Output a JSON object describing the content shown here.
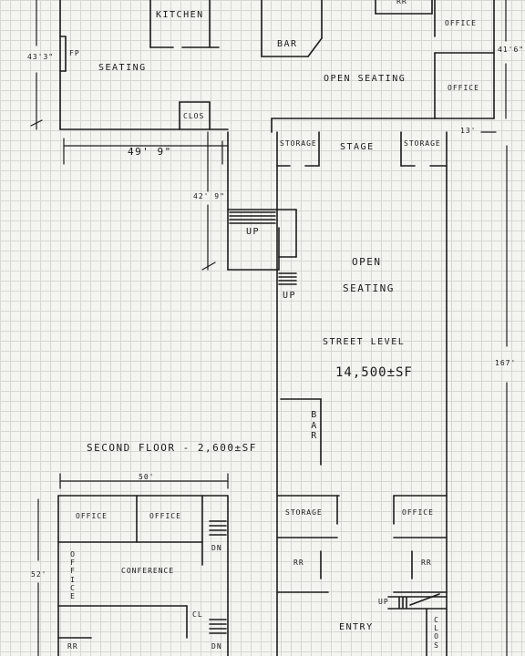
{
  "labels": {
    "kitchen": "KITCHEN",
    "fp": "FP",
    "seating": "SEATING",
    "clos_top": "CLOS",
    "bar_top": "BAR",
    "open_seating_top": "OPEN SEATING",
    "rr_top": "RR",
    "office_top1": "OFFICE",
    "office_top2": "OFFICE",
    "storage_left": "STORAGE",
    "stage": "STAGE",
    "storage_right": "STORAGE",
    "up_stair1": "UP",
    "up_stair2": "UP",
    "open": "OPEN",
    "seating_main": "SEATING",
    "street_level": "STREET LEVEL",
    "street_sqft": "14,500±SF",
    "bar_vertical": "BAR",
    "second_floor": "SECOND FLOOR - 2,600±SF",
    "office_2a": "OFFICE",
    "office_2b": "OFFICE",
    "office_vertical": "OFFICE",
    "conference": "CONFERENCE",
    "dn1": "DN",
    "dn2": "DN",
    "cl": "CL",
    "rr_2nd": "RR",
    "storage_bottom": "STORAGE",
    "office_bottom": "OFFICE",
    "rr_b1": "RR",
    "rr_b2": "RR",
    "up_entry": "UP",
    "entry": "ENTRY",
    "clos_vertical": "CLOS"
  },
  "dimensions": {
    "d_43_3": "43'3\"",
    "d_41_6": "41'6\"",
    "d_49_9": "49' 9\"",
    "d_13": "13'",
    "d_42_9": "42' 9\"",
    "d_167": "167'",
    "d_50": "50'",
    "d_52": "52'"
  }
}
